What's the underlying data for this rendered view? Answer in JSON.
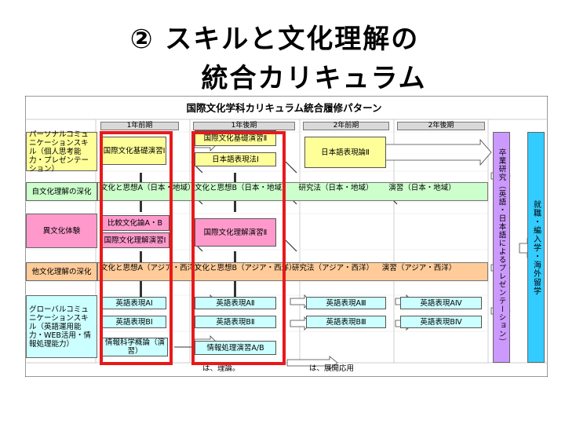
{
  "title": {
    "line1": "②  スキルと文化理解の",
    "line2": "統合カリキュラム"
  },
  "chart_title": "国際文化学科カリキュラム統合履修パターン",
  "terms": [
    "1年前期",
    "1年後期",
    "2年前期",
    "2年後期"
  ],
  "categories": {
    "personal": "パーソナルコミュニケーションスキル（個人思考能力・プレゼンテーション）",
    "deep": "自文化理解の深化",
    "intercultural": "異文化体験",
    "other_deep": "他文化理解の深化",
    "global": "グローバルコミュニケーションスキル（英語運用能力・WEB活用・情報処理能力）"
  },
  "courses": {
    "kiso1": "国際文化基礎演習Ⅰ",
    "kiso2": "国際文化基礎演習Ⅱ",
    "nihongo1": "日本語表現法Ⅰ",
    "nihongo2": "日本語表現論Ⅱ",
    "bunka_a1": "文化と思想A（日本・地域）",
    "bunka_b1": "文化と思想B（日本・地域）",
    "kenkyu1": "研究法（日本・地域）",
    "enshu1": "演習（日本・地域）",
    "hikaku": "比較文化論A・B",
    "rikai1": "国際文化理解演習Ⅰ",
    "rikai2": "国際文化理解演習Ⅱ",
    "bunka_a2": "文化と思想A（アジア・西洋）",
    "bunka_b2": "文化と思想B（アジア・西洋）",
    "kenkyu2": "研究法（アジア・西洋）",
    "enshu2": "演習（アジア・西洋）",
    "eigo_a1": "英語表現AⅠ",
    "eigo_b1": "英語表現BⅠ",
    "eigo_a2": "英語表現AⅡ",
    "eigo_b2": "英語表現BⅡ",
    "eigo_a3": "英語表現AⅢ",
    "eigo_b3": "英語表現BⅢ",
    "eigo_a4": "英語表現AⅣ",
    "eigo_b4": "英語表現BⅣ",
    "joho_gairon": "情報科学概論（演習）",
    "joho_enshu": "情報処理演習A/B",
    "bottom_note1": "は、理論。",
    "bottom_note2": "は、展開応用"
  },
  "final": {
    "sotsugyo": "卒業研究（英語・日本語によるプレゼンテーション）",
    "shushoku": "就職・編入学・海外留学"
  },
  "colors": {
    "personal": "#ffff99",
    "deep": "#ccffcc",
    "intercultural": "#ff99cc",
    "other_deep": "#ffcc99",
    "global": "#ccffff",
    "final_purple": "#cc99ff",
    "final_blue": "#33ccff",
    "highlight": "#e8191b"
  }
}
